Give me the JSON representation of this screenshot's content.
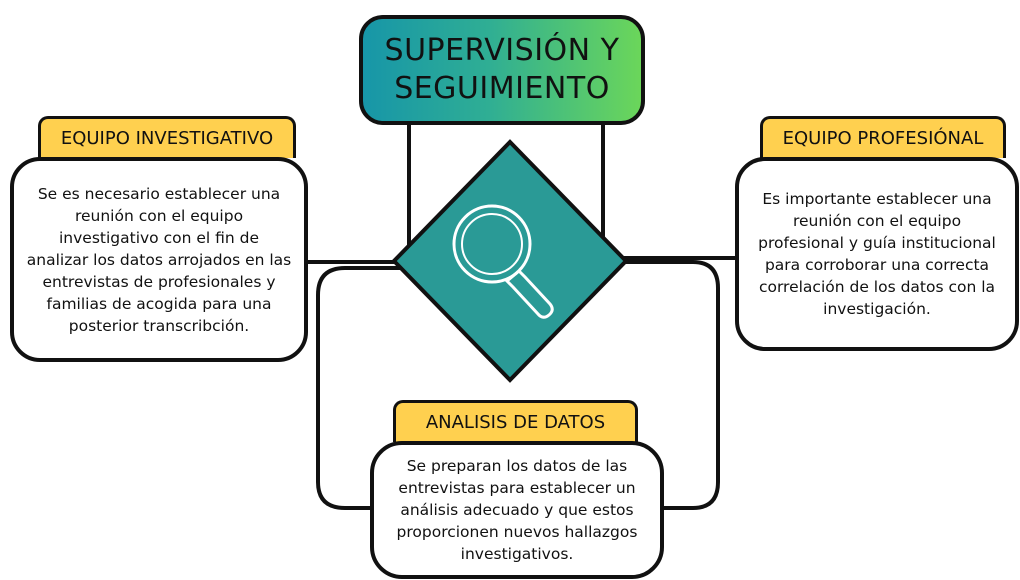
{
  "title": {
    "line1": "SUPERVISIÓN Y",
    "line2": "SEGUIMIENTO"
  },
  "center_icon": "magnifying-glass-icon",
  "colors": {
    "title_gradient_start": "#1796a8",
    "title_gradient_end": "#6bd65a",
    "label_yellow": "#ffd04f",
    "diamond_teal": "#2a9a96",
    "outline": "#111111"
  },
  "nodes": {
    "left": {
      "label": "EQUIPO INVESTIGATIVO",
      "text": "Se es necesario establecer una reunión con el equipo investigativo con el fin de analizar los datos arrojados en las entrevistas de profesionales y familias de acogida para una posterior transcribción."
    },
    "right": {
      "label": "EQUIPO PROFESIÓNAL",
      "text": "Es importante establecer una reunión con el equipo profesional y guía institucional para corroborar una correcta correlación de los datos con  la investigación."
    },
    "bottom": {
      "label": "ANALISIS DE DATOS",
      "text": "Se preparan los datos de las entrevistas para establecer un análisis adecuado y que estos proporcionen nuevos hallazgos investigativos."
    }
  }
}
